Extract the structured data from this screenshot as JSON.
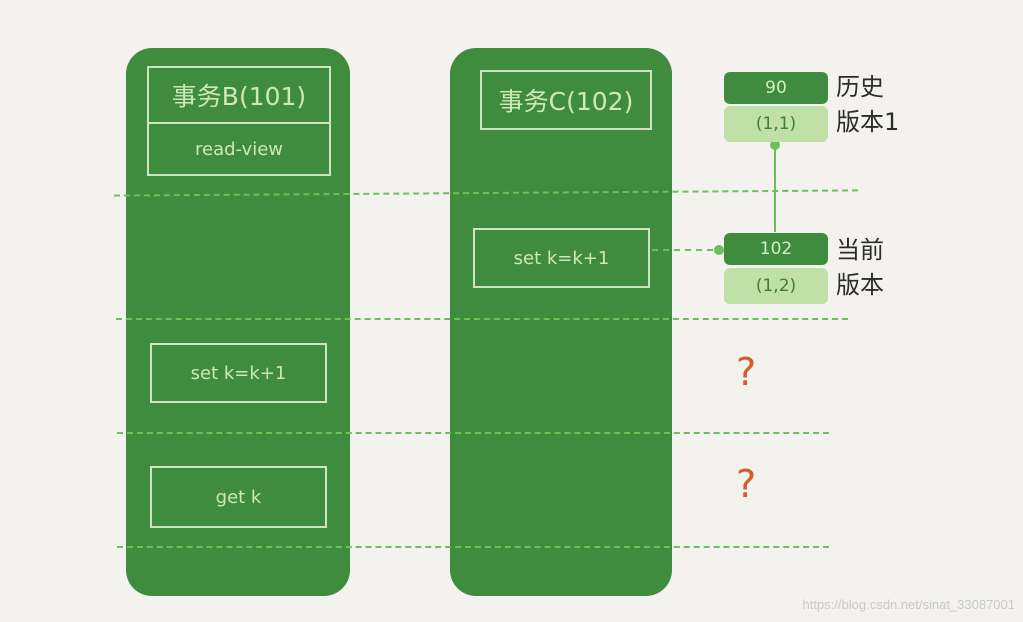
{
  "transaction_b": {
    "title": "事务B(101)",
    "read_view_label": "read-view",
    "step_update": "set k=k+1",
    "step_get": "get k"
  },
  "transaction_c": {
    "title": "事务C(102)",
    "step_update": "set k=k+1"
  },
  "versions": {
    "historical": {
      "trx_id": "90",
      "row": "(1,1)",
      "label_line1": "历史",
      "label_line2": "版本1"
    },
    "current": {
      "trx_id": "102",
      "row": "(1,2)",
      "label_line1": "当前",
      "label_line2": "版本"
    }
  },
  "question_marks": [
    "?",
    "?"
  ],
  "watermark": "https://blog.csdn.net/sinat_33087001",
  "colors": {
    "column_green": "#3f8c3e",
    "light_green": "#bfe0a7",
    "dash_green": "#6cc05c",
    "question_orange": "#d55c2a",
    "background": "#f3f2ef"
  }
}
